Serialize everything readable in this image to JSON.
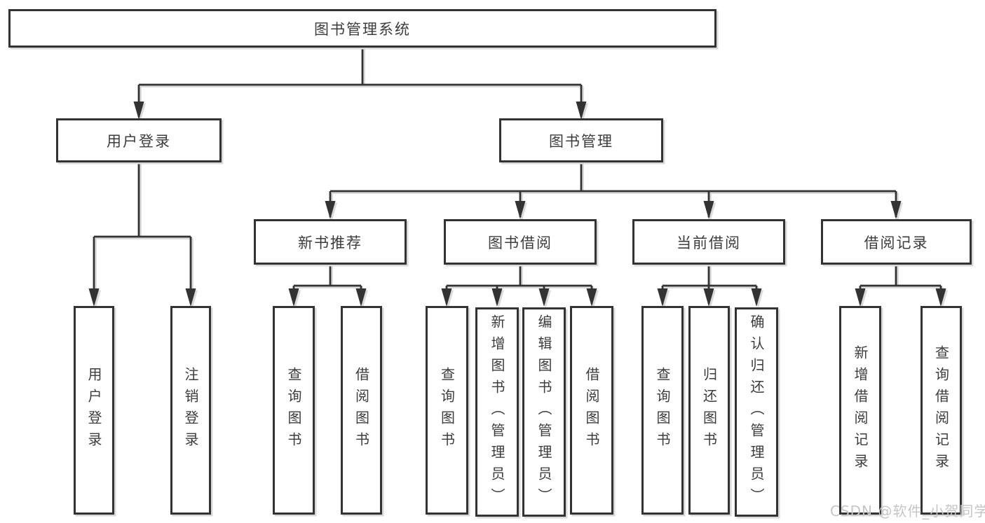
{
  "diagram": {
    "root": {
      "label": "图书管理系统"
    },
    "level2": [
      {
        "label": "用户登录"
      },
      {
        "label": "图书管理"
      }
    ],
    "level3": [
      {
        "label": "新书推荐"
      },
      {
        "label": "图书借阅"
      },
      {
        "label": "当前借阅"
      },
      {
        "label": "借阅记录"
      }
    ],
    "leaves": [
      {
        "label": "用户登录"
      },
      {
        "label": "注销登录"
      },
      {
        "label": "查询图书"
      },
      {
        "label": "借阅图书"
      },
      {
        "label": "查询图书"
      },
      {
        "label": "新增图书（管理员）"
      },
      {
        "label": "编辑图书（管理员）"
      },
      {
        "label": "借阅图书"
      },
      {
        "label": "查询图书"
      },
      {
        "label": "归还图书"
      },
      {
        "label": "确认归还（管理员）"
      },
      {
        "label": "新增借阅记录"
      },
      {
        "label": "查询借阅记录"
      }
    ]
  },
  "watermark": {
    "text": "CSDN @软件_小贺同学"
  },
  "colors": {
    "line": "#333333",
    "line_shadow": "#dadada",
    "text": "#3c3c3c",
    "background": "#ffffff",
    "watermark": "#c6c6c6"
  }
}
